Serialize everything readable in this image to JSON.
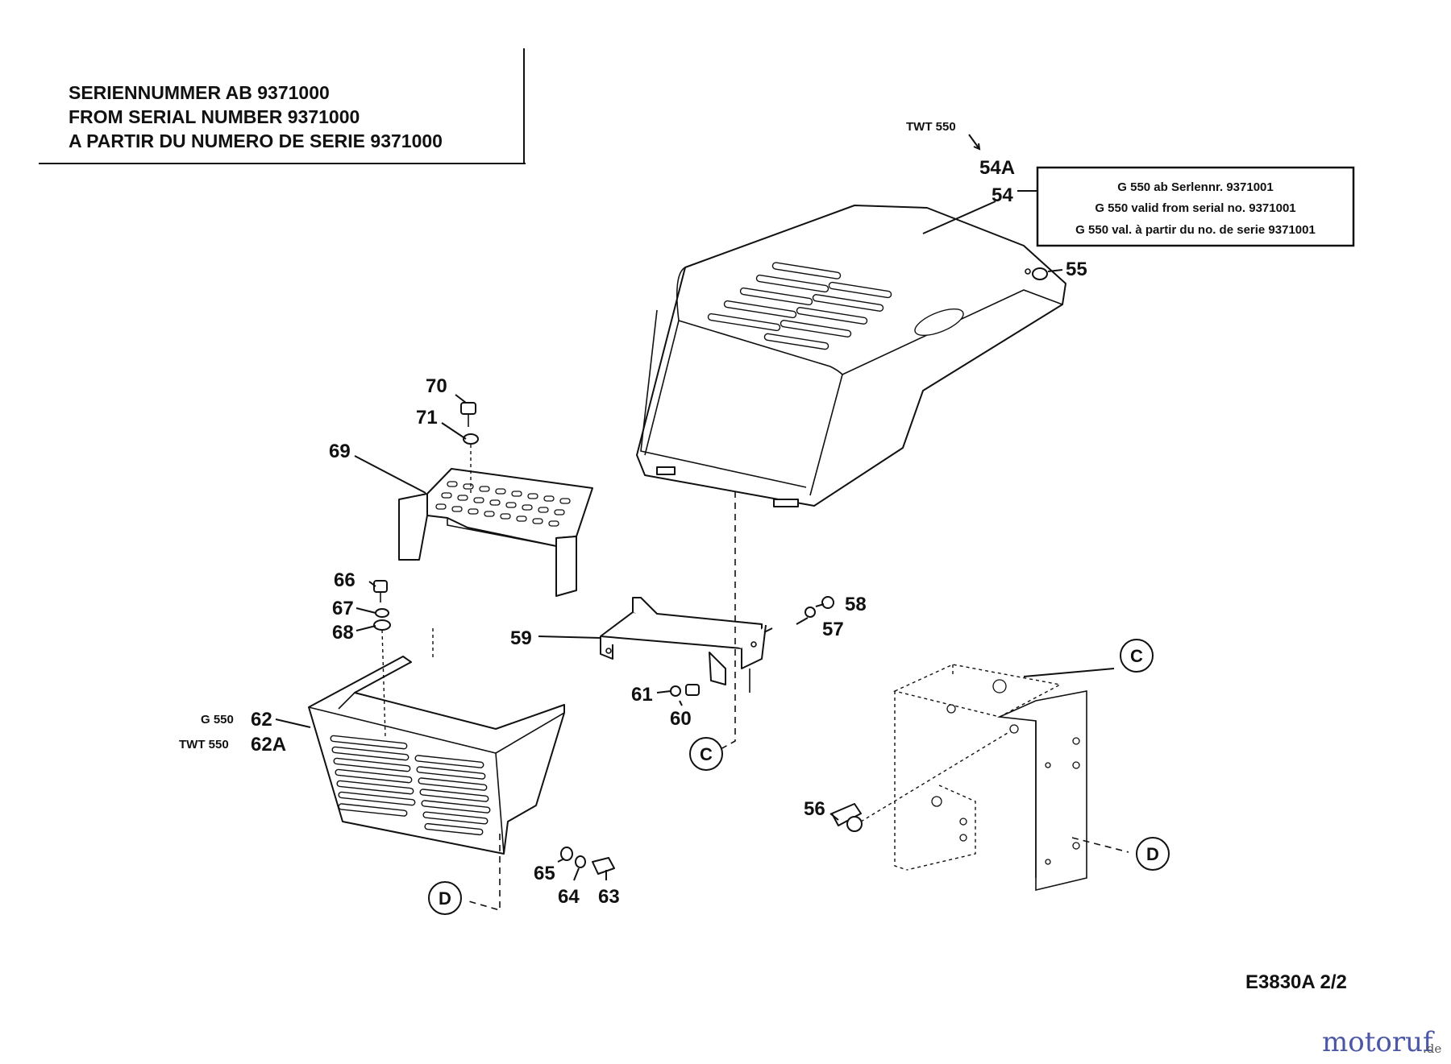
{
  "header": {
    "lines": [
      "SERIENNUMMER AB 9371000",
      "FROM SERIAL NUMBER 9371000",
      "A PARTIR DU NUMERO DE SERIE 9371000"
    ]
  },
  "note_box": {
    "lines": [
      "G 550 ab Serlennr. 9371001",
      "G 550 valid from serial no. 9371001",
      "G 550 val. à partir du no. de serie 9371001"
    ]
  },
  "models": {
    "twt_top": "TWT 550",
    "g550": "G 550",
    "twt550": "TWT 550"
  },
  "callouts": {
    "p54A": "54A",
    "p54": "54",
    "p55": "55",
    "p56": "56",
    "p57": "57",
    "p58": "58",
    "p59": "59",
    "p60": "60",
    "p61": "61",
    "p62": "62",
    "p62A": "62A",
    "p63": "63",
    "p64": "64",
    "p65": "65",
    "p66": "66",
    "p67": "67",
    "p68": "68",
    "p69": "69",
    "p70": "70",
    "p71": "71"
  },
  "references": {
    "c1": "C",
    "c2": "C",
    "d1": "D",
    "d2": "D"
  },
  "drawing_number": "E3830A  2/2",
  "watermark": "motoruf",
  "watermark_suffix": ".de"
}
